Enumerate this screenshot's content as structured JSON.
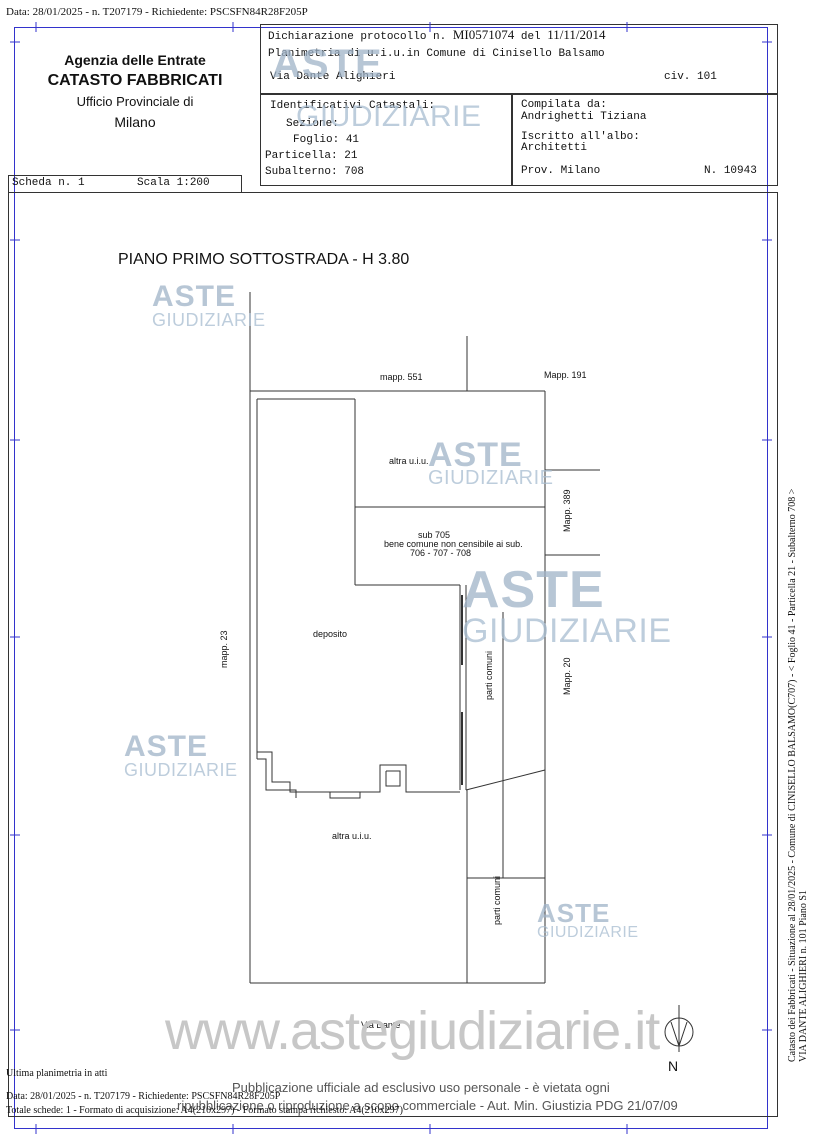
{
  "top_header": "Data: 28/01/2025 - n. T207179 - Richiedente: PSCSFN84R28F205P",
  "agency": {
    "name": "Agenzia delle Entrate",
    "catasto": "CATASTO FABBRICATI",
    "office": "Ufficio Provinciale di",
    "city": "Milano"
  },
  "declaration": {
    "protocol_label": "Dichiarazione protocollo n.",
    "protocol_number": "MI0571074",
    "date_label": "del",
    "date": "11/11/2014",
    "plan_line": "Planimetria di u.i.u.in Comune di Cinisello Balsamo",
    "street": "Via Dante Alighieri",
    "civ_label": "civ.",
    "civ": "101"
  },
  "identifiers": {
    "title": "Identificativi Catastali:",
    "sezione_label": "Sezione:",
    "foglio_label": "Foglio:",
    "foglio": "41",
    "particella_label": "Particella:",
    "particella": "21",
    "subalterno_label": "Subalterno:",
    "subalterno": "708"
  },
  "compiler": {
    "compiled_label": "Compilata da:",
    "name": "Andrighetti Tiziana",
    "albo_label": "Iscritto all'albo:",
    "albo": "Architetti",
    "prov_label": "Prov.",
    "prov": "Milano",
    "n_label": "N.",
    "n": "10943"
  },
  "scheda": {
    "label": "Scheda n.",
    "number": "1",
    "scale_label": "Scala",
    "scale": "1:200"
  },
  "plan": {
    "title": "PIANO PRIMO SOTTOSTRADA -  H 3.80",
    "labels": {
      "mapp551": "mapp. 551",
      "mapp191": "Mapp. 191",
      "altra_top": "altra u.i.u.",
      "mapp389": "Mapp. 389",
      "sub705_1": "sub 705",
      "sub705_2": "bene comune non censibile ai sub.",
      "sub705_3": "706 - 707 - 708",
      "mapp23": "mapp. 23",
      "deposito": "deposito",
      "parti_comuni_1": "parti comuni",
      "mapp20": "Mapp. 20",
      "altra_bottom": "altra u.i.u.",
      "parti_comuni_2": "parti comuni",
      "via_dante": "Via Dante",
      "north": "N"
    }
  },
  "watermarks": {
    "aste": "ASTE",
    "giudiziarie": "GIUDIZIARIE",
    "site": "www.astegiudiziarie.it"
  },
  "side_text": {
    "line1": "Catasto dei Fabbricati - Situazione al 28/01/2025 - Comune di CINISELLO BALSAMO(C707) - <  Foglio 41 - Particella 21 - Subalterno 708 >",
    "line2": "VIA DANTE ALIGHIERI n. 101 Piano S1"
  },
  "footer": {
    "last_plan": "Ultima planimetria in atti",
    "notice_1": "Pubblicazione ufficiale ad esclusivo uso personale - è vietata ogni",
    "notice_2": "ripubblicazione o riproduzione a scopo commerciale - Aut. Min. Giustizia PDG 21/07/09",
    "data_line": "Data: 28/01/2025 - n. T207179 - Richiedente: PSCSFN84R28F205P",
    "totale_line": "Totale schede: 1 - Formato di acquisizione: A4(210x297) - Formato stampa richiesto: A4(210x297)"
  }
}
